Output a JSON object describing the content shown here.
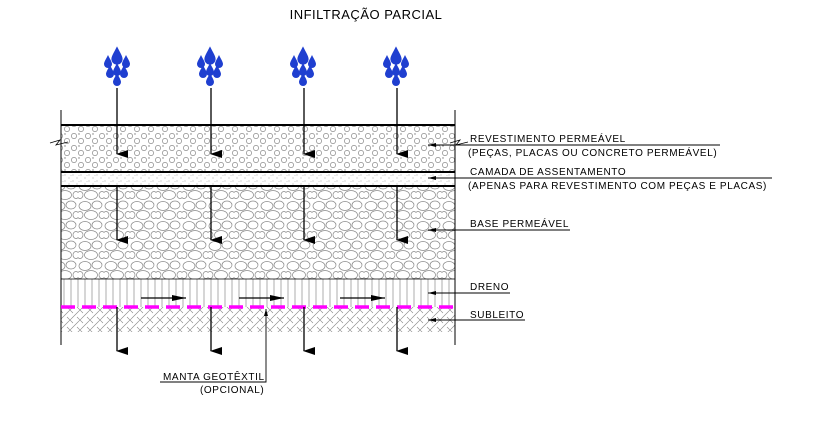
{
  "title": "INFILTRAÇÃO PARCIAL",
  "layers": [
    {
      "name": "REVESTIMENTO PERMEÁVEL",
      "note": "(PEÇAS, PLACAS OU CONCRETO PERMEÁVEL)"
    },
    {
      "name": "CAMADA DE ASSENTAMENTO",
      "note": "(APENAS PARA REVESTIMENTO COM PEÇAS E PLACAS)"
    },
    {
      "name": "BASE PERMEÁVEL"
    },
    {
      "name": "DRENO"
    },
    {
      "name": "SUBLEITO"
    }
  ],
  "geotextile": {
    "name": "MANTA GEOTÊXTIL",
    "note": "(OPCIONAL)"
  },
  "colors": {
    "rain": "#1f3fd0",
    "geotextile": "#ff00ff",
    "line": "#000000",
    "hatch": "#8a8a8a"
  }
}
